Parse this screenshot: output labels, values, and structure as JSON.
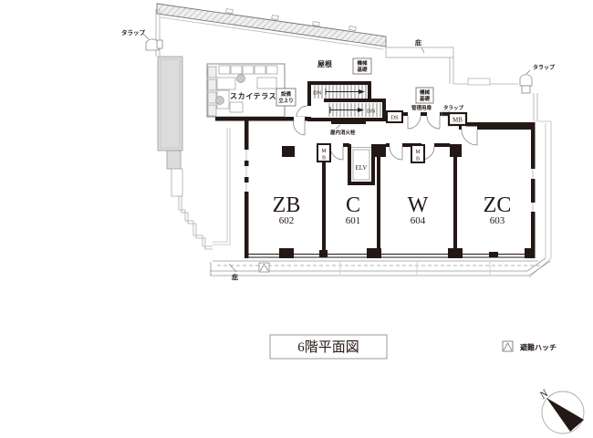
{
  "title": "6階平面図",
  "legend": {
    "hatch_label": "避難ハッチ"
  },
  "compass": {
    "north": "N"
  },
  "rooms": [
    {
      "name": "ZB",
      "number": "602"
    },
    {
      "name": "C",
      "number": "601"
    },
    {
      "name": "W",
      "number": "604"
    },
    {
      "name": "ZC",
      "number": "603"
    }
  ],
  "labels": {
    "sky_terrace": "スカイテラス",
    "roof": "屋根",
    "machine_base_line1": "機械",
    "machine_base_line2": "基礎",
    "equip_riser_line1": "設備",
    "equip_riser_line2": "立上り",
    "down": "DN",
    "duct": "DS",
    "elevator": "ELV",
    "meter_box": "MB",
    "meter_m": "M",
    "meter_b": "B",
    "hydrant": "屋内消火栓",
    "service_door": "管理用扉",
    "ladder": "タラップ",
    "eaves": "庇"
  },
  "colors": {
    "wall": "#231815",
    "thin_line": "#9a9a9a",
    "panel_gray": "#dcdcdc"
  }
}
